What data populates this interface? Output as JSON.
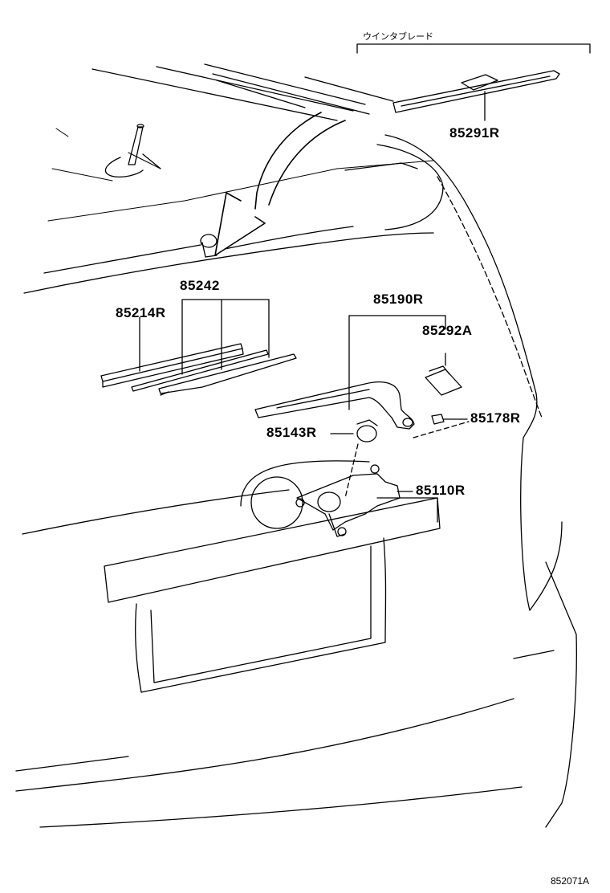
{
  "header_label": "ウインタブレード",
  "parts": {
    "p85291R": "85291R",
    "p85242": "85242",
    "p85214R": "85214R",
    "p85190R": "85190R",
    "p85292A": "85292A",
    "p85178R": "85178R",
    "p85143R": "85143R",
    "p85110R": "85110R"
  },
  "diagram_code": "852071A"
}
